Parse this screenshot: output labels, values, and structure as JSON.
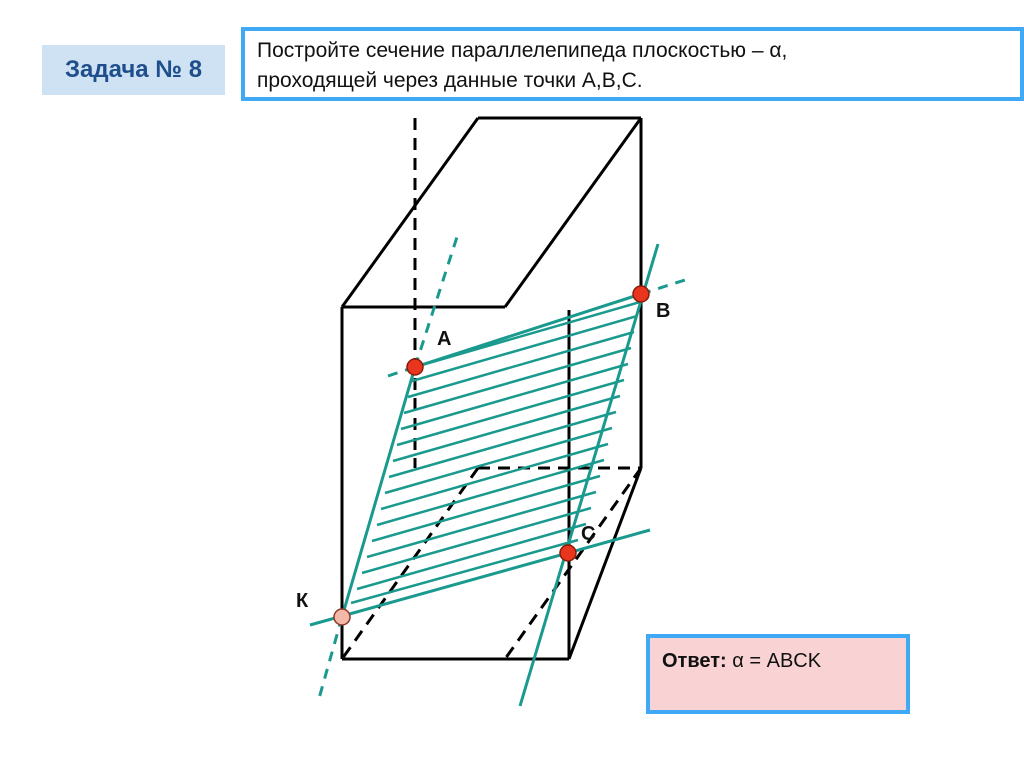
{
  "task": {
    "label": "Задача № 8",
    "text_line1": "Постройте сечение параллелепипеда  плоскостью – α,",
    "text_line2": "проходящей через данные точки А,В,С."
  },
  "answer": {
    "prefix": "Ответ:",
    "value": "α = ABCK"
  },
  "points": {
    "A": "А",
    "B": "В",
    "C": "С",
    "K": "К"
  },
  "colors": {
    "edge": "#000000",
    "section": "#1a9a8e",
    "point": "#e8361e",
    "point_k": "#f4b8a8",
    "accent_border": "#3fa9f5"
  }
}
